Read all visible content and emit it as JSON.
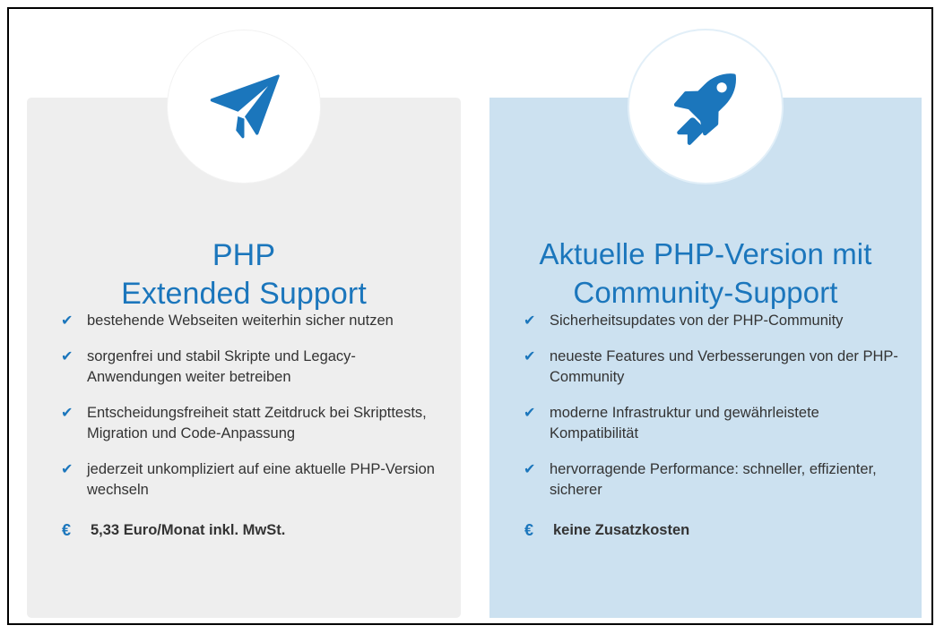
{
  "page": {
    "background": "#ffffff",
    "border_color": "#000000"
  },
  "theme": {
    "accent_blue": "#1b76bc",
    "left_card_bg": "#eeeeee",
    "right_card_bg": "#cce1f0",
    "text_color": "#333333",
    "badge_bg": "#ffffff"
  },
  "cards": [
    {
      "id": "php-extended-support",
      "icon": "paper-plane-icon",
      "title_lines": [
        "PHP",
        "Extended Support"
      ],
      "features": [
        {
          "marker": "check-icon",
          "marker_glyph": "✔",
          "text": "bestehende Webseiten weiterhin sicher nutzen"
        },
        {
          "marker": "check-icon",
          "marker_glyph": "✔",
          "text": "sorgenfrei und stabil Skripte und Legacy-Anwendungen weiter betreiben"
        },
        {
          "marker": "check-icon",
          "marker_glyph": "✔",
          "text": "Entscheidungsfreiheit statt Zeitdruck bei Skripttests, Migration und Code-Anpassung"
        },
        {
          "marker": "check-icon",
          "marker_glyph": "✔",
          "text": "jederzeit unkompliziert auf eine aktuelle PHP-Version wechseln"
        }
      ],
      "price": {
        "marker": "euro-icon",
        "marker_glyph": "€",
        "text": "5,33 Euro/Monat inkl. MwSt."
      }
    },
    {
      "id": "aktuelle-php-version",
      "icon": "rocket-icon",
      "title_lines": [
        "Aktuelle PHP-Version mit",
        "Community-Support"
      ],
      "features": [
        {
          "marker": "check-icon",
          "marker_glyph": "✔",
          "text": "Sicherheitsupdates von der PHP-Community"
        },
        {
          "marker": "check-icon",
          "marker_glyph": "✔",
          "text": "neueste Features und Verbesserungen von der PHP-Community"
        },
        {
          "marker": "check-icon",
          "marker_glyph": "✔",
          "text": "moderne Infrastruktur und gewährleistete Kompatibilität"
        },
        {
          "marker": "check-icon",
          "marker_glyph": "✔",
          "text": "hervorragende Performance: schneller, effizienter, sicherer"
        }
      ],
      "price": {
        "marker": "euro-icon",
        "marker_glyph": "€",
        "text": "keine Zusatzkosten"
      }
    }
  ]
}
